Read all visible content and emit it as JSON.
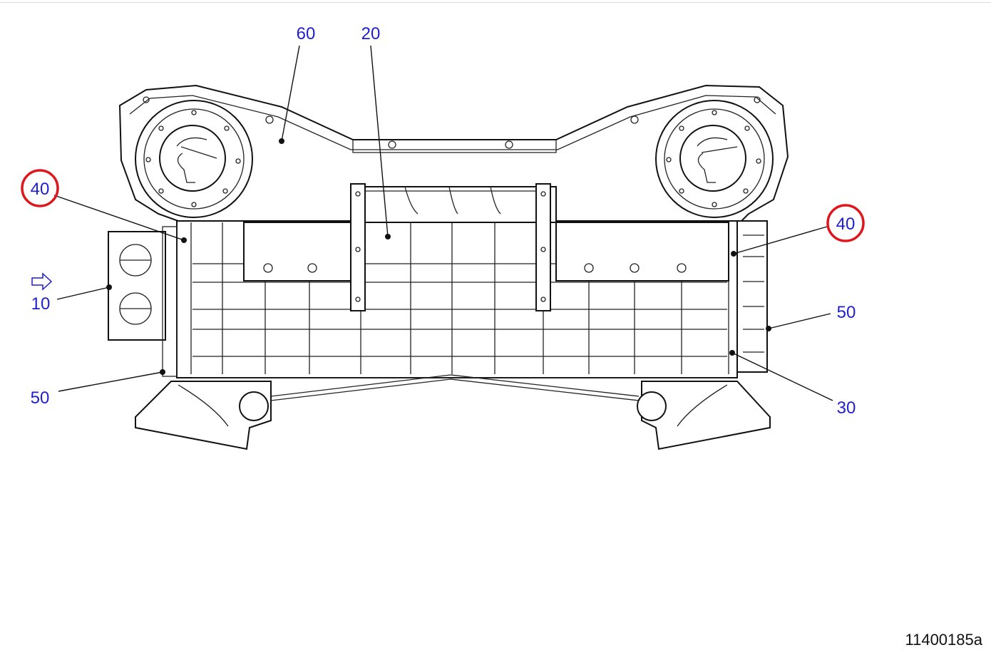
{
  "callouts": {
    "c60": "60",
    "c20": "20",
    "c40_left": "40",
    "c40_right": "40",
    "c10": "10",
    "c50_left": "50",
    "c50_right": "50",
    "c30": "30"
  },
  "figure_ref": "11400185a",
  "colors": {
    "callout_text": "#1f1fd1",
    "highlight_ring": "#e0161c",
    "line": "#111111"
  },
  "icons": {
    "flow_arrow": "arrow-right-outline-icon"
  }
}
